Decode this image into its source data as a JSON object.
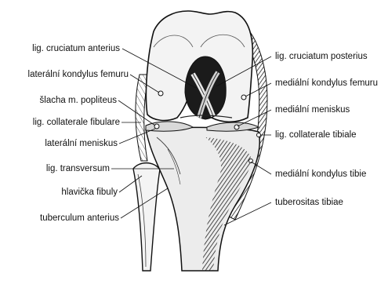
{
  "labels_left": [
    {
      "id": "lig-cruciatum-anterius",
      "text": "lig. cruciatum anterius"
    },
    {
      "id": "lateralni-kondylus-femuru",
      "text": "laterální kondylus femuru"
    },
    {
      "id": "slacha-m-popliteus",
      "text": "šlacha m. popliteus"
    },
    {
      "id": "lig-collaterale-fibulare",
      "text": "lig. collaterale fibulare"
    },
    {
      "id": "lateralni-meniskus",
      "text": "laterální meniskus"
    },
    {
      "id": "lig-transversum",
      "text": "lig. transversum"
    },
    {
      "id": "hlavicka-fibuly",
      "text": "hlavička fibuly"
    },
    {
      "id": "tuberculum-anterius",
      "text": "tuberculum anterius"
    }
  ],
  "labels_right": [
    {
      "id": "lig-cruciatum-posterius",
      "text": "lig. cruciatum posterius"
    },
    {
      "id": "medialni-kondylus-femuru",
      "text": "mediální kondylus femuru"
    },
    {
      "id": "medialni-meniskus",
      "text": "mediální meniskus"
    },
    {
      "id": "lig-collaterale-tibiale",
      "text": "lig. collaterale tibiale"
    },
    {
      "id": "medialni-kondylus-tibie",
      "text": "mediální kondylus tibie"
    },
    {
      "id": "tuberositas-tibiae",
      "text": "tuberositas tibiae"
    }
  ]
}
